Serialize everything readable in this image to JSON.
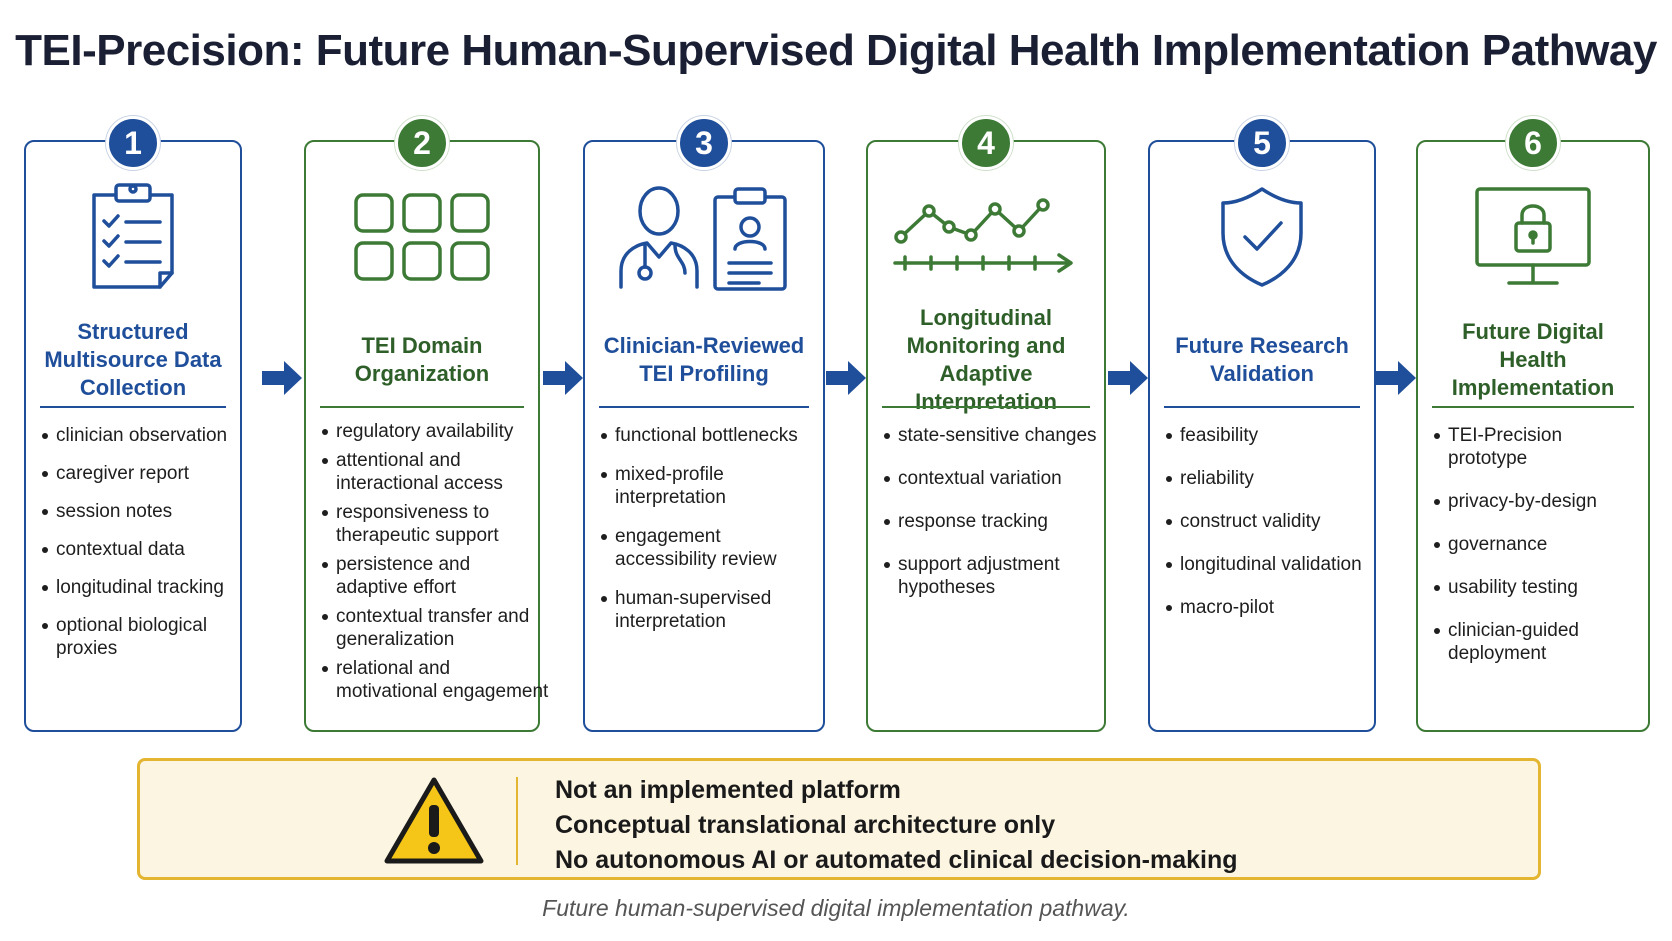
{
  "title": "TEI-Precision: Future Human-Supervised Digital Health Implementation Pathway",
  "steps": [
    {
      "number": "1",
      "title_lines": [
        "Structured",
        "Multisource Data",
        "Collection"
      ],
      "items": [
        "clinician observation",
        "caregiver report",
        "session notes",
        "contextual data",
        "longitudinal tracking",
        "optional biological proxies"
      ],
      "icon": "clipboard-checklist-icon",
      "theme": "blue"
    },
    {
      "number": "2",
      "title_lines": [
        "TEI Domain",
        "Organization"
      ],
      "items": [
        "regulatory availability",
        "attentional and interactional access",
        "responsiveness to therapeutic support",
        "persistence and adaptive effort",
        "contextual transfer and generalization",
        "relational and motivational engagement"
      ],
      "icon": "domain-grid-icon",
      "theme": "green"
    },
    {
      "number": "3",
      "title_lines": [
        "Clinician-Reviewed",
        "TEI Profiling"
      ],
      "items": [
        "functional bottlenecks",
        "mixed-profile interpretation",
        "engagement accessibility review",
        "human-supervised interpretation"
      ],
      "icon": "clinician-profile-icon",
      "theme": "blue"
    },
    {
      "number": "4",
      "title_lines": [
        "Longitudinal",
        "Monitoring and",
        "Adaptive Interpretation"
      ],
      "items": [
        "state-sensitive changes",
        "contextual variation",
        "response tracking",
        "support adjustment hypotheses"
      ],
      "icon": "trend-line-icon",
      "theme": "green"
    },
    {
      "number": "5",
      "title_lines": [
        "Future Research",
        "Validation"
      ],
      "items": [
        "feasibility",
        "reliability",
        "construct validity",
        "longitudinal validation",
        "macro-pilot"
      ],
      "icon": "shield-check-icon",
      "theme": "blue"
    },
    {
      "number": "6",
      "title_lines": [
        "Future Digital Health",
        "Implementation"
      ],
      "items": [
        "TEI-Precision prototype",
        "privacy-by-design",
        "governance",
        "usability testing",
        "clinician-guided deployment"
      ],
      "icon": "monitor-lock-icon",
      "theme": "green"
    }
  ],
  "notice": {
    "icon": "warning-icon",
    "lines": [
      "Not an implemented platform",
      "Conceptual translational architecture only",
      "No autonomous AI or automated clinical decision-making"
    ]
  },
  "caption": "Future human-supervised digital implementation pathway.",
  "colors": {
    "blue": "#1f4e9a",
    "green": "#3d7a36",
    "warning": "#f5c518",
    "notice_border": "#e3b530"
  }
}
